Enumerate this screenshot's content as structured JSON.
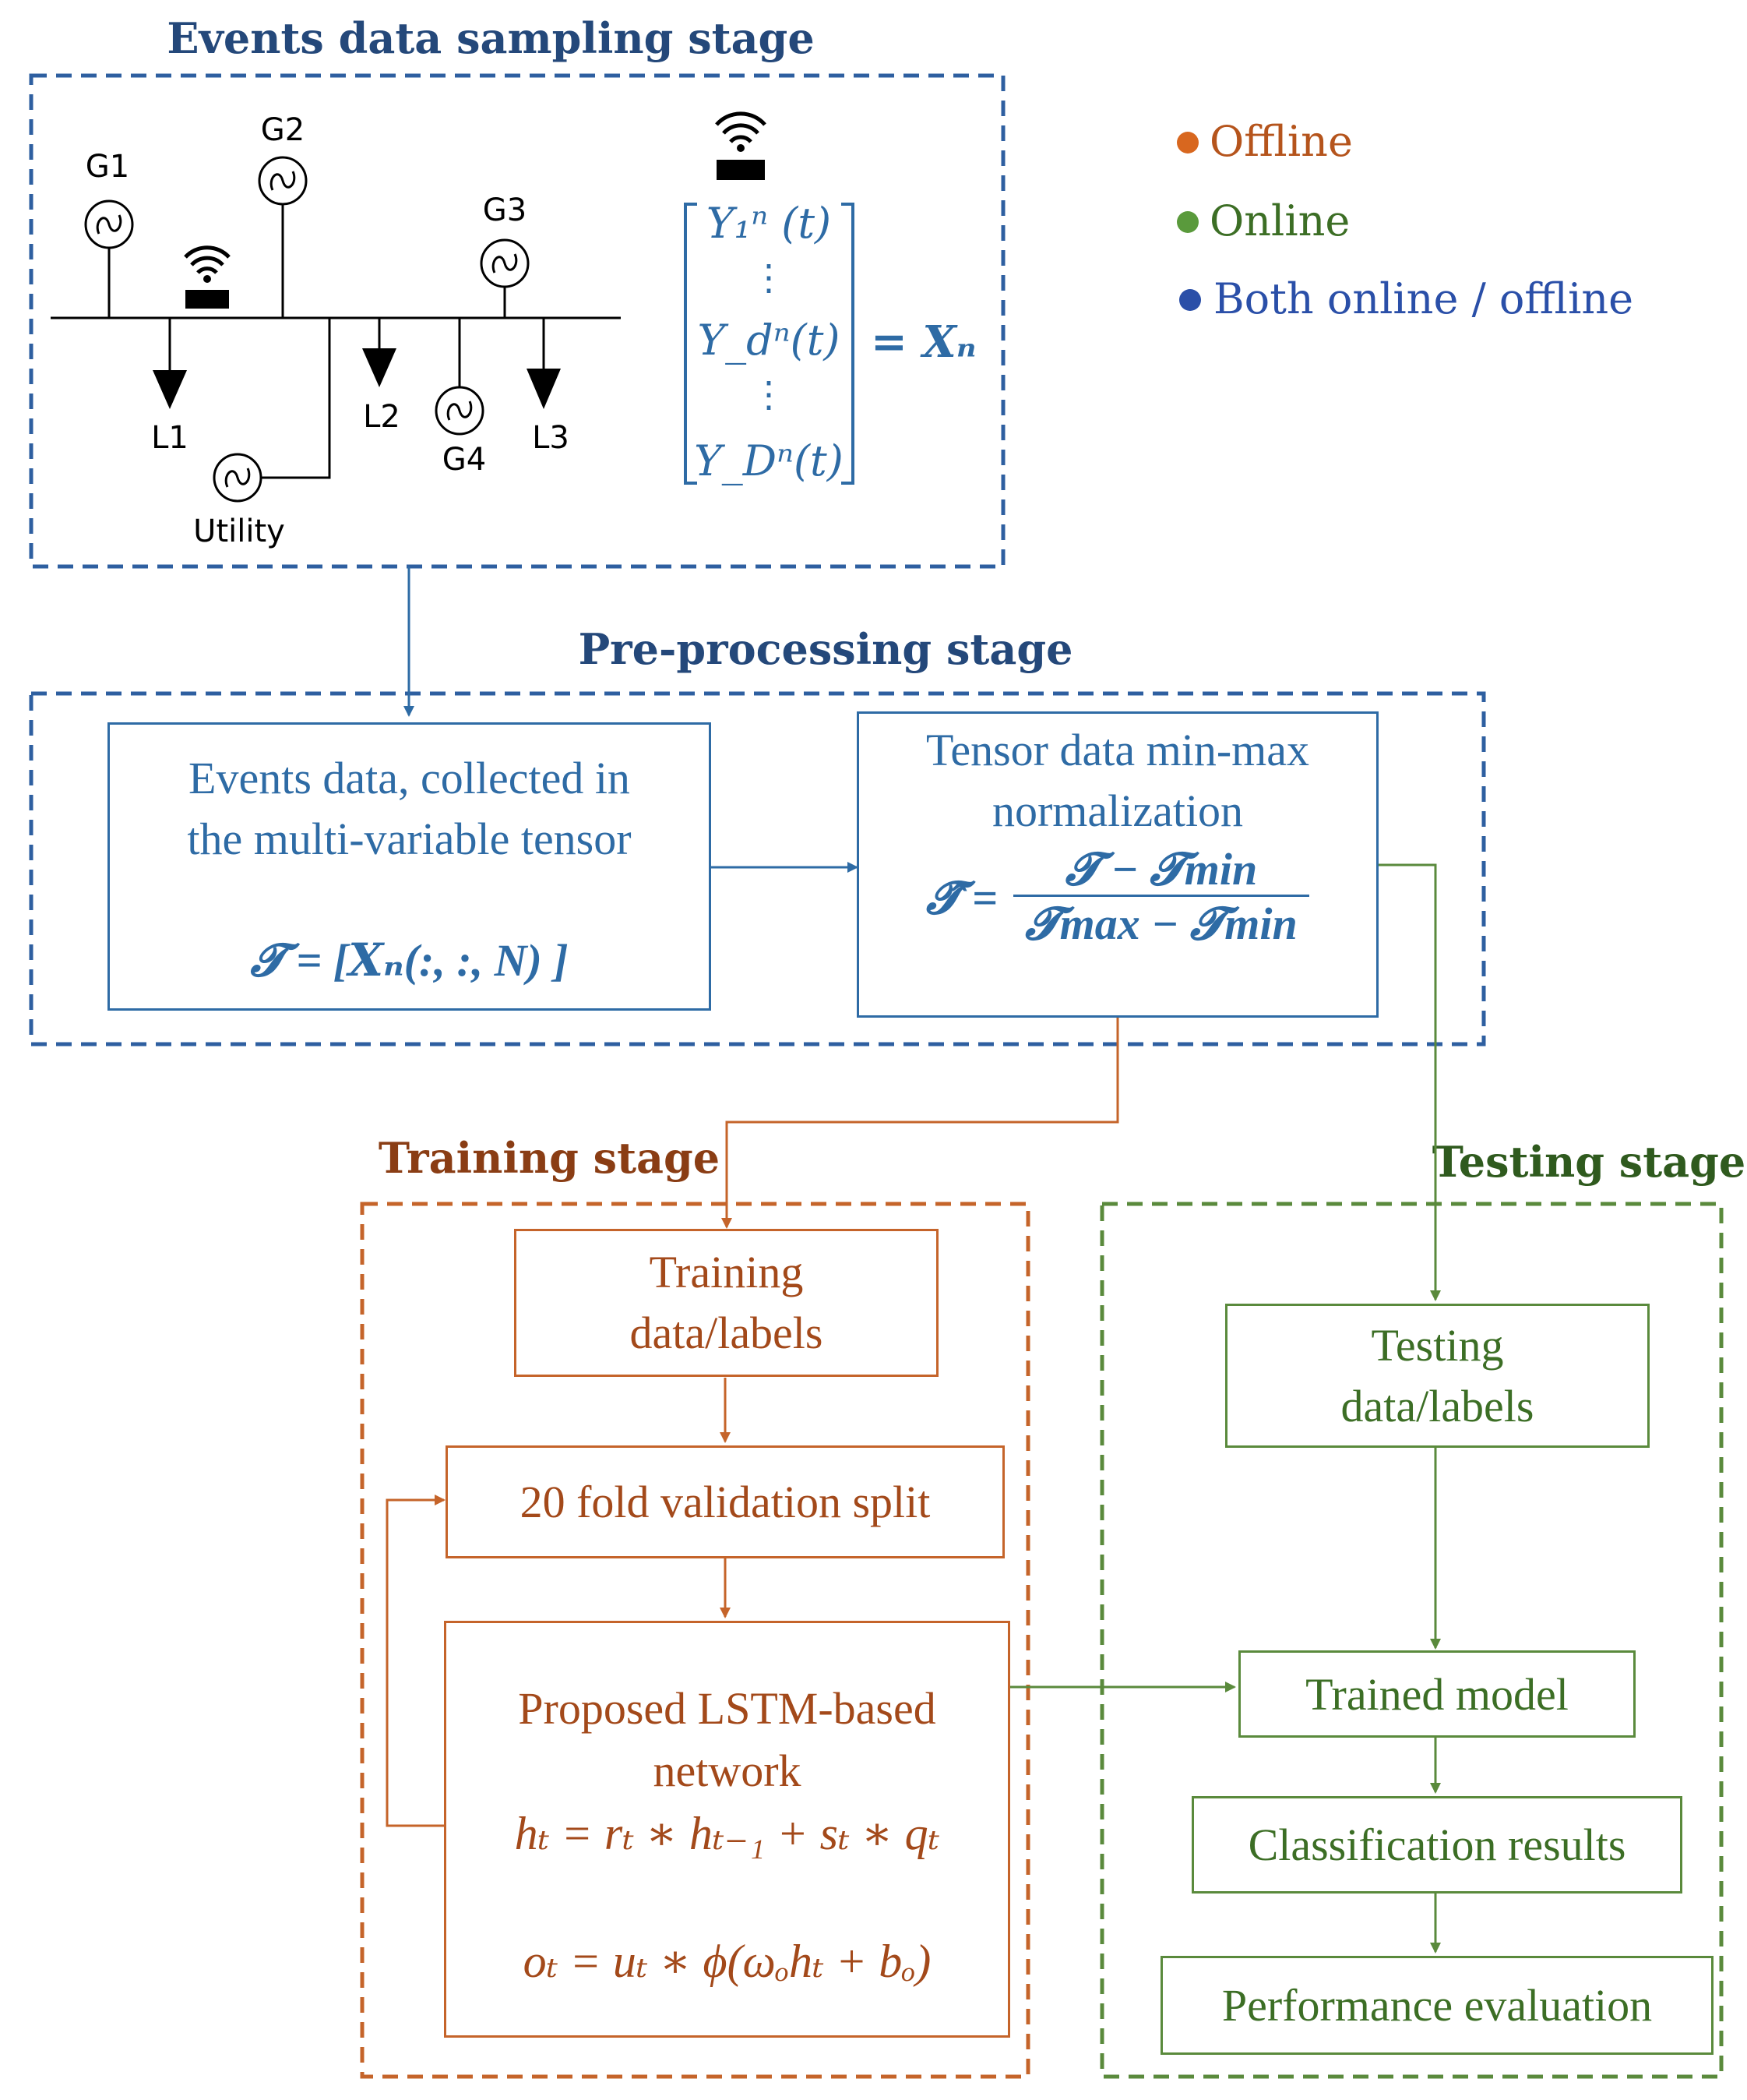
{
  "stages": {
    "sampling": "Events data sampling stage",
    "preprocessing": "Pre-processing stage",
    "training": "Training stage",
    "testing": "Testing stage"
  },
  "legend": {
    "offline": "Offline",
    "online": "Online",
    "both": "Both online / offline"
  },
  "grid": {
    "generators": [
      "G1",
      "G2",
      "G3",
      "G4",
      "Utility"
    ],
    "loads": [
      "L1",
      "L2",
      "L3"
    ]
  },
  "matrix": {
    "rows": [
      "Y₁ⁿ (t)",
      "⋮",
      "Y_dⁿ(t)",
      "⋮",
      "Y_Dⁿ(t)"
    ],
    "result": "= Xₙ"
  },
  "preprocessing": {
    "collect_line1": "Events data, collected in",
    "collect_line2": "the multi-variable tensor",
    "collect_formula": "𝓣 = [𝑿ₙ(:, :, N) ]",
    "norm_line1": "Tensor data min-max",
    "norm_line2": "normalization",
    "norm_lhs": "𝓣̂ =",
    "norm_num": "𝓣 − 𝓣min",
    "norm_den": "𝓣max − 𝓣min"
  },
  "training": {
    "data_line1": "Training",
    "data_line2": "data/labels",
    "split": "20 fold validation split",
    "lstm_line1": "Proposed LSTM-based",
    "lstm_line2": "network",
    "eq1": "hₜ = rₜ ∗ hₜ₋₁ + sₜ ∗ qₜ",
    "eq2": "oₜ = uₜ ∗ ϕ(ωₒhₜ + bₒ)"
  },
  "testing": {
    "data_line1": "Testing",
    "data_line2": "data/labels",
    "model": "Trained model",
    "results": "Classification results",
    "evaluation": "Performance evaluation"
  },
  "colors": {
    "blue": "#2e6ba5",
    "dark_blue": "#24487a",
    "orange": "#c5642a",
    "dark_orange": "#8a3d14",
    "green": "#5a8a3c",
    "dark_green": "#2f5a1e",
    "legend_blue": "#2a4fa8"
  }
}
